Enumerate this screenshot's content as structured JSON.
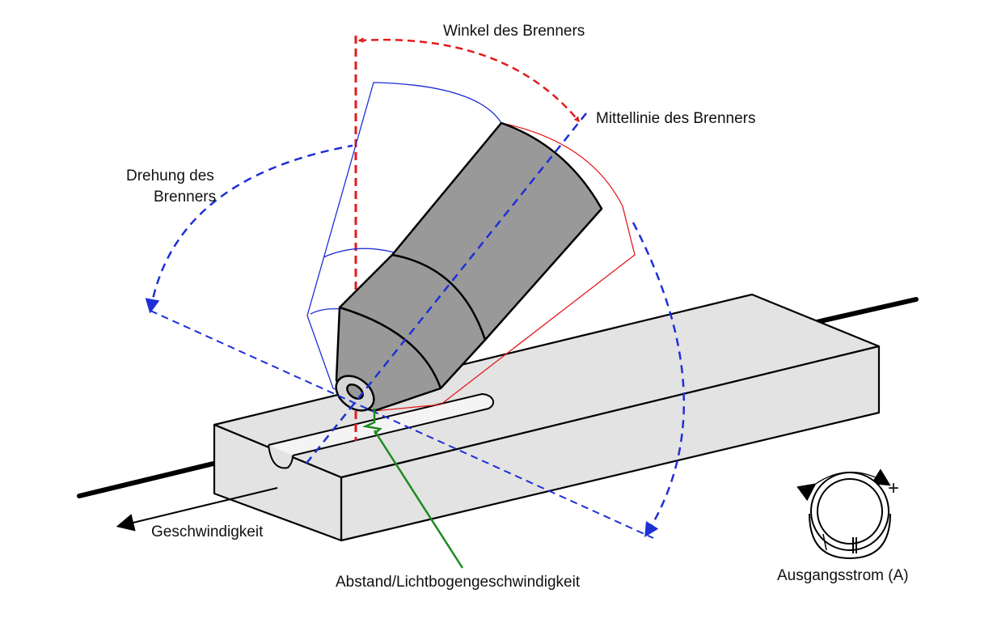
{
  "labels": {
    "torch_angle": "Winkel des Brenners",
    "torch_centerline": "Mittellinie des Brenners",
    "torch_rotation_line1": "Drehung des",
    "torch_rotation_line2": "Brenners",
    "speed": "Geschwindigkeit",
    "distance_arc_speed": "Abstand/Lichtbogengeschwindigkeit",
    "output_current": "Ausgangsstrom (A)",
    "minus_sign": "−",
    "plus_sign": "+"
  },
  "colors": {
    "outline": "#000000",
    "block_fill": "#e3e3e3",
    "torch_fill": "#999999",
    "angle_red": "#e31b1b",
    "rotation_blue": "#1f2fd6",
    "distance_green": "#1e8a1e"
  }
}
